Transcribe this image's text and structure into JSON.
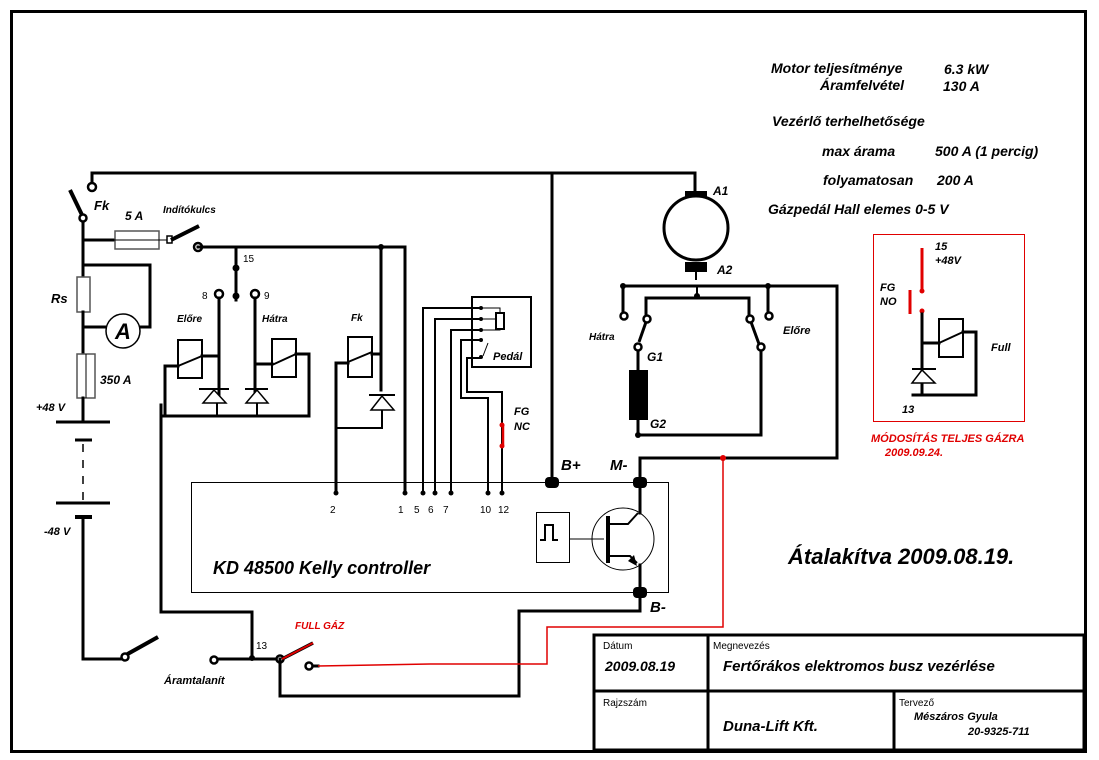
{
  "specs": {
    "motor_power_label": "Motor teljesítménye",
    "motor_power_value": "6.3 kW",
    "current_draw_label": "Áramfelvétel",
    "current_draw_value": "130 A",
    "controller_load_label": "Vezérlő terhelhetősége",
    "max_current_label": "max árama",
    "max_current_value": "500 A (1 percig)",
    "continuous_label": "folyamatosan",
    "continuous_value": "200 A",
    "pedal_label": "Gázpedál  Hall elemes  0-5 V"
  },
  "left_circuit": {
    "fk_label": "Fk",
    "fuse_5a_label": "5 A",
    "ignition_label": "Indítókulcs",
    "rs_label": "Rs",
    "ammeter_label": "A",
    "fuse_350a_label": "350 A",
    "plus48_label": "+48 V",
    "minus48_label": "-48 V",
    "terminal_15": "15",
    "terminal_8": "8",
    "terminal_9": "9",
    "relay_forward_label": "Előre",
    "relay_reverse_label": "Hátra",
    "relay_fk_label": "Fk",
    "disconnect_label": "Áramtalanít",
    "terminal_13": "13",
    "full_gas_label": "FULL GÁZ"
  },
  "pedal": {
    "label": "Pedál",
    "fg_label": "FG",
    "nc_label": "NC"
  },
  "controller": {
    "name": "KD 48500 Kelly controller",
    "pins": [
      "2",
      "1",
      "5",
      "6",
      "7",
      "10",
      "12"
    ],
    "b_plus": "B+",
    "m_minus": "M-",
    "b_minus": "B-"
  },
  "motor": {
    "a1": "A1",
    "a2": "A2",
    "g1": "G1",
    "g2": "G2",
    "reverse_label": "Hátra",
    "forward_label": "Előre"
  },
  "modification": {
    "terminal_15": "15",
    "plus48": "+48V",
    "fg": "FG",
    "no": "NO",
    "full": "Full",
    "terminal_13": "13",
    "title": "MÓDOSÍTÁS TELJES GÁZRA",
    "date": "2009.09.24."
  },
  "converted_note": "Átalakítva 2009.08.19.",
  "title_block": {
    "date_label": "Dátum",
    "date_value": "2009.08.19",
    "name_label": "Megnevezés",
    "name_value": "Fertőrákos elektromos busz vezérlése",
    "drawing_no_label": "Rajzszám",
    "company": "Duna-Lift Kft.",
    "designer_label": "Tervező",
    "designer_name": "Mészáros Gyula",
    "designer_phone": "20-9325-711"
  },
  "colors": {
    "wire": "#000000",
    "modification": "#e00000",
    "background": "#ffffff"
  }
}
